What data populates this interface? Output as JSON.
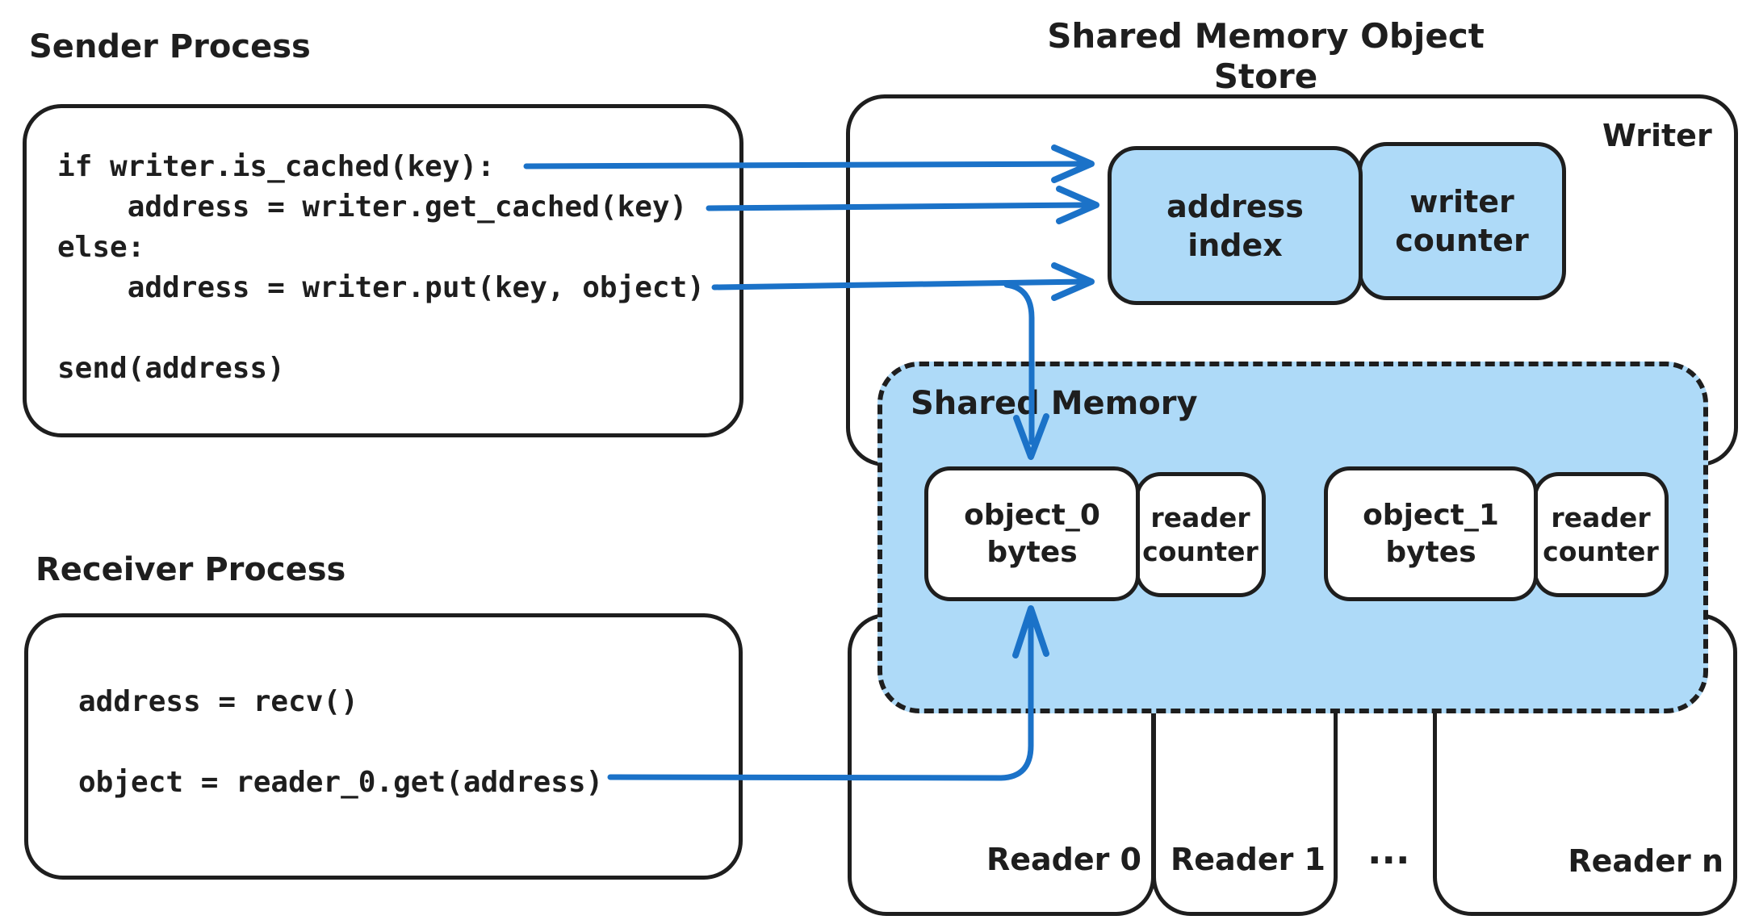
{
  "colors": {
    "ink": "#1e1e1e",
    "arrow_blue": "#1b72c8",
    "light_blue_fill": "#aedaf8",
    "background": "#ffffff"
  },
  "title": "Shared Memory Object Store",
  "sender": {
    "label": "Sender Process",
    "code": [
      "if writer.is_cached(key):",
      "    address = writer.get_cached(key)",
      "else:",
      "    address = writer.put(key, object)",
      "",
      "send(address)"
    ]
  },
  "receiver": {
    "label": "Receiver Process",
    "code": [
      "address = recv()",
      "",
      "object = reader_0.get(address)"
    ]
  },
  "writer": {
    "label": "Writer",
    "address_index": "address\nindex",
    "writer_counter": "writer\ncounter"
  },
  "shared_memory": {
    "label": "Shared Memory",
    "slots": [
      {
        "object": "object_0\nbytes",
        "counter": "reader\ncounter"
      },
      {
        "object": "object_1\nbytes",
        "counter": "reader\ncounter"
      }
    ]
  },
  "readers": {
    "reader0": "Reader 0",
    "reader1": "Reader 1",
    "ellipsis": "...",
    "readern": "Reader n"
  }
}
